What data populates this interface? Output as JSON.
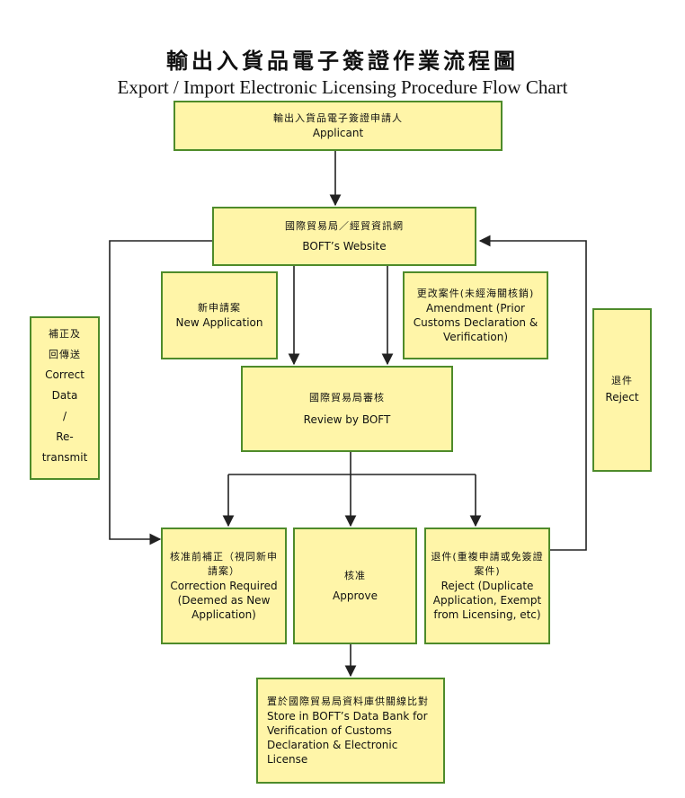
{
  "title": {
    "zh": "輸出入貨品電子簽證作業流程圖",
    "en": "Export / Import Electronic Licensing Procedure Flow Chart"
  },
  "nodes": {
    "applicant": {
      "zh": "輸出入貨品電子簽證申請人",
      "en": "Applicant"
    },
    "website": {
      "zh": "國際貿易局／經貿資訊網",
      "en": "BOFT’s Website"
    },
    "new_application": {
      "zh": "新申請案",
      "en": "New Application"
    },
    "amendment": {
      "zh": "更改案件(未經海關核銷)",
      "en": "Amendment (Prior Customs Declaration & Verification)"
    },
    "review": {
      "zh": "國際貿易局審核",
      "en": "Review by BOFT"
    },
    "correction": {
      "zh": "核准前補正（視同新申請案）",
      "en": "Correction Required (Deemed as New Application)"
    },
    "approve": {
      "zh": "核准",
      "en": "Approve"
    },
    "reject_dup": {
      "zh": "退件(重複申請或免簽證案件)",
      "en": "Reject (Duplicate Application, Exempt from Licensing, etc)"
    },
    "store": {
      "zh": "置於國際貿易局資料庫供關線比對",
      "en": "Store in BOFT’s Data Bank for Verification of Customs Declaration & Electronic License"
    },
    "correct_retransmit": {
      "zh_1": "補正及",
      "zh_2": "回傳送",
      "en_1": "Correct",
      "en_2": "Data",
      "en_3": "/",
      "en_4": "Re-",
      "en_5": "transmit"
    },
    "reject_side": {
      "zh": "退件",
      "en": "Reject"
    }
  }
}
